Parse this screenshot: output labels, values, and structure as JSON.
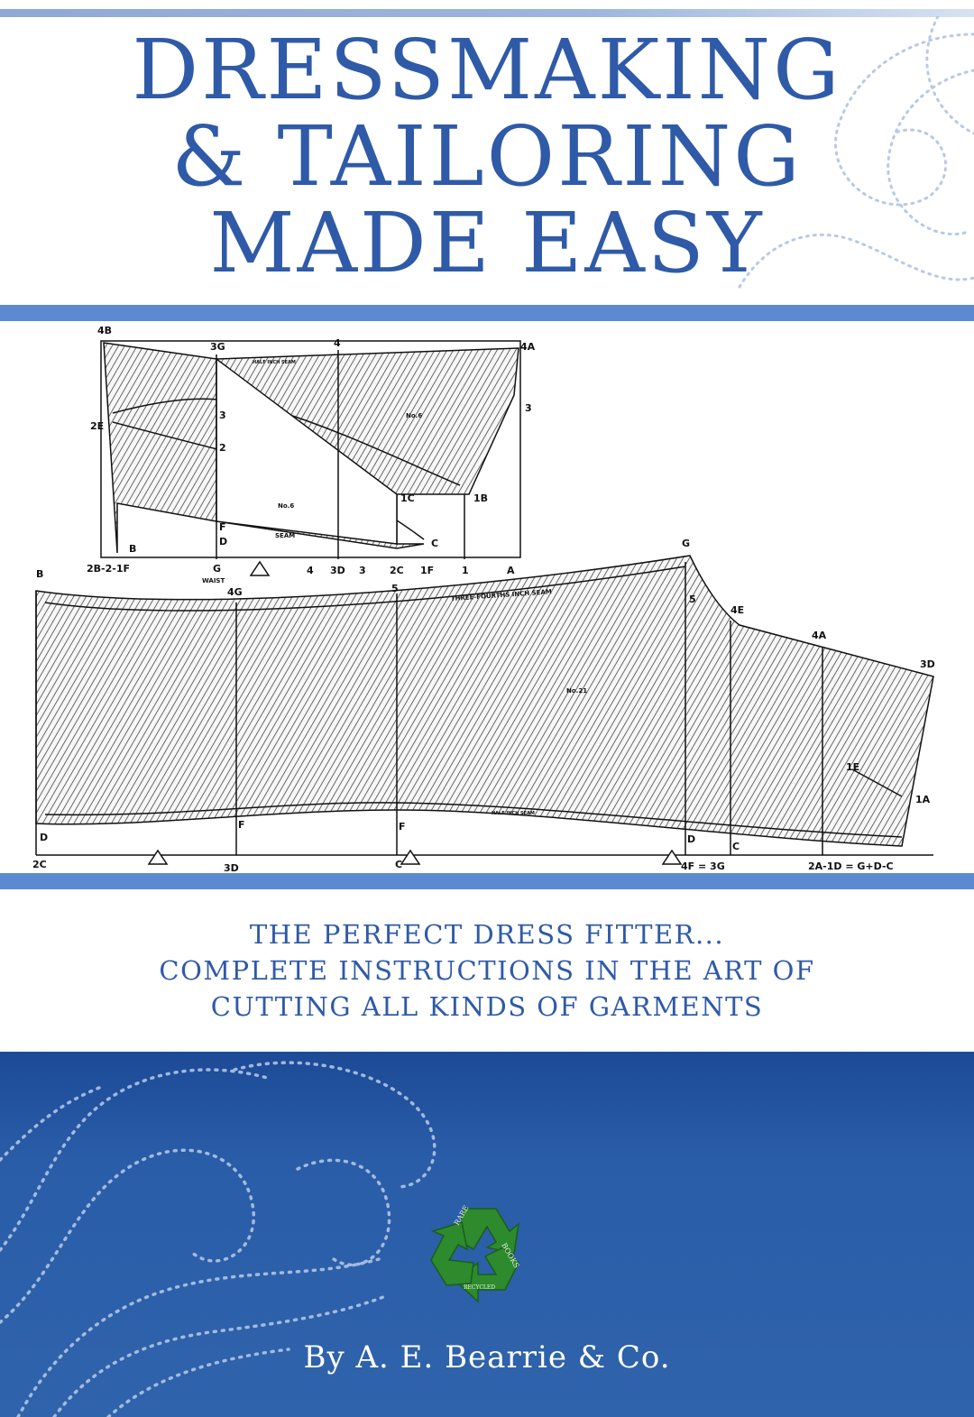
{
  "cover": {
    "title_lines": [
      "DRESSMAKING",
      "& TAILORING",
      "MADE EASY"
    ],
    "subtitle_lines": [
      "THE PERFECT DRESS FITTER...",
      "COMPLETE INSTRUCTIONS IN THE ART OF",
      "CUTTING ALL KINDS OF GARMENTS"
    ],
    "author": "By A. E. Bearrie & Co.",
    "colors": {
      "title": "#2f5aa8",
      "band": "#5b8ad0",
      "bottom_panel": "#2a5da8"
    }
  },
  "pattern_labels": {
    "upper": [
      "4B",
      "3G",
      "4",
      "4A",
      "2E",
      "3",
      "3",
      "2",
      "1C",
      "1B",
      "F",
      "D",
      "B",
      "C",
      "2B-2-1F",
      "G",
      "WAIST",
      "4",
      "3D",
      "3",
      "2C",
      "1F",
      "1",
      "A",
      "No.6",
      "No.6",
      "SEAM",
      "HALF INCH SEAM"
    ],
    "lower": [
      "B",
      "4G",
      "5",
      "G",
      "5",
      "4E",
      "4A",
      "3D",
      "No.21",
      "1E",
      "1A",
      "D",
      "F",
      "F",
      "D",
      "C",
      "2C",
      "3D",
      "C",
      "4F = 3G",
      "2A-1D = G+D-C",
      "THREE-FOURTHS INCH SEAM",
      "HALF INCH SEAM"
    ]
  },
  "logo": {
    "words": [
      "RARE",
      "BOOKS",
      "RECYCLED"
    ]
  }
}
